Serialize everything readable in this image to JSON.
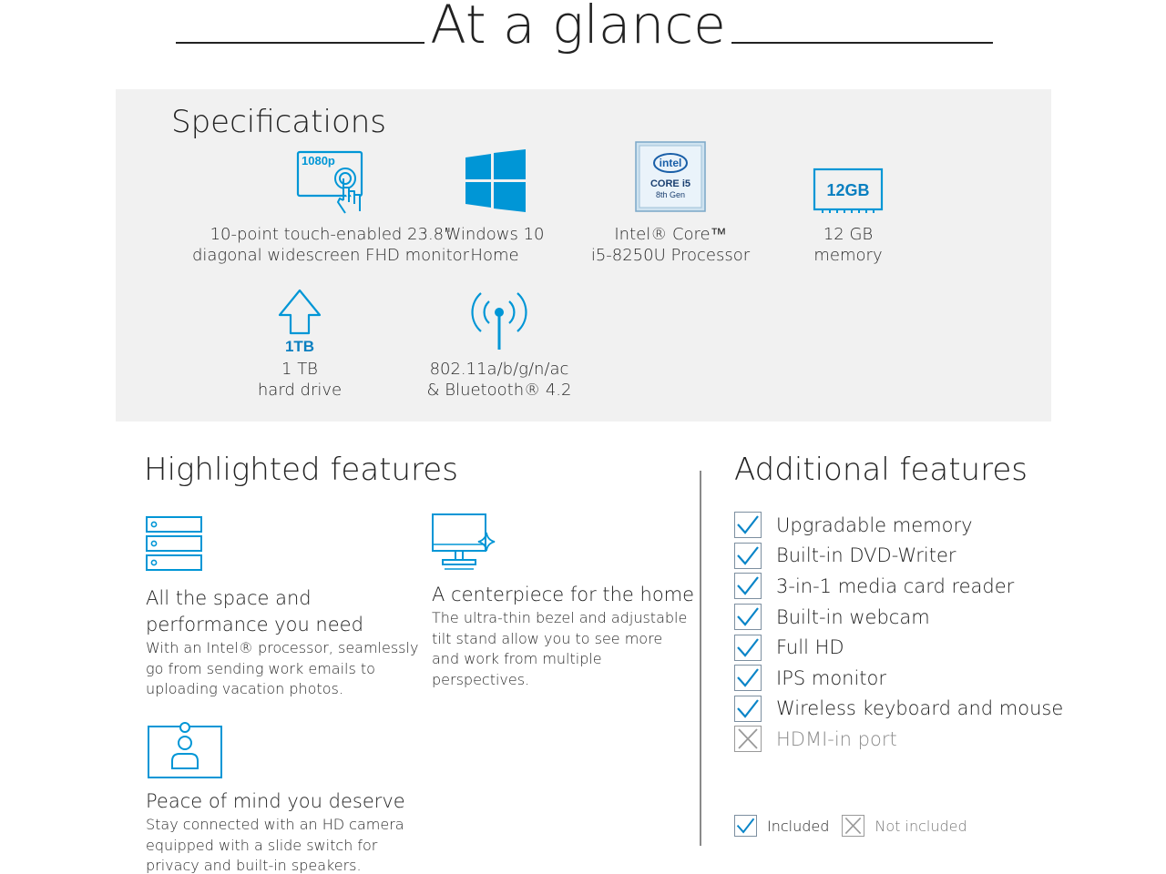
{
  "header": {
    "title": "At a glance"
  },
  "specs": {
    "heading": "Specifications",
    "items": [
      {
        "icon": "touch-monitor-icon",
        "badge": "1080p",
        "line1": "10-point touch-enabled 23.8\"",
        "line2": "diagonal widescreen FHD monitor"
      },
      {
        "icon": "windows-logo-icon",
        "line1": "Windows 10",
        "line2": "Home"
      },
      {
        "icon": "intel-core-i5-badge-icon",
        "badge_lines": [
          "intel",
          "CORE i5",
          "8th Gen"
        ],
        "line1": "Intel® Core™",
        "line2": "i5-8250U Processor"
      },
      {
        "icon": "memory-chip-icon",
        "badge": "12GB",
        "line1": "12 GB",
        "line2": "memory"
      },
      {
        "icon": "hard-drive-arrow-icon",
        "badge": "1TB",
        "line1": "1 TB",
        "line2": "hard drive"
      },
      {
        "icon": "wireless-signal-icon",
        "line1": "802.11a/b/g/n/ac",
        "line2": "& Bluetooth® 4.2"
      }
    ]
  },
  "highlighted": {
    "heading": "Highlighted features",
    "items": [
      {
        "icon": "storage-stack-icon",
        "title_lines": [
          "All the space and",
          "performance you need"
        ],
        "desc_lines": [
          "With an Intel® processor, seamlessly",
          "go from sending work emails to",
          "uploading vacation photos."
        ]
      },
      {
        "icon": "monitor-sparkle-icon",
        "title_lines": [
          "A centerpiece for the home"
        ],
        "desc_lines": [
          "The ultra-thin bezel and adjustable",
          "tilt stand allow you to see more",
          "and work from multiple",
          "perspectives."
        ]
      },
      {
        "icon": "webcam-person-icon",
        "title_lines": [
          "Peace of mind you deserve"
        ],
        "desc_lines": [
          "Stay connected with an HD camera",
          "equipped with a slide switch for",
          "privacy and built-in speakers."
        ]
      }
    ]
  },
  "additional": {
    "heading": "Additional features",
    "items": [
      {
        "label": "Upgradable memory",
        "included": true
      },
      {
        "label": "Built-in DVD-Writer",
        "included": true
      },
      {
        "label": "3-in-1 media card reader",
        "included": true
      },
      {
        "label": "Built-in webcam",
        "included": true
      },
      {
        "label": "Full HD",
        "included": true
      },
      {
        "label": "IPS monitor",
        "included": true
      },
      {
        "label": "Wireless keyboard and mouse",
        "included": true
      },
      {
        "label": "HDMI-in port",
        "included": false
      }
    ],
    "legend": {
      "included": "Included",
      "not_included": "Not included"
    }
  },
  "colors": {
    "accent": "#0096d6",
    "check": "#0a85c8",
    "panel": "#f1f1f1",
    "cross": "#9a9a9a"
  }
}
